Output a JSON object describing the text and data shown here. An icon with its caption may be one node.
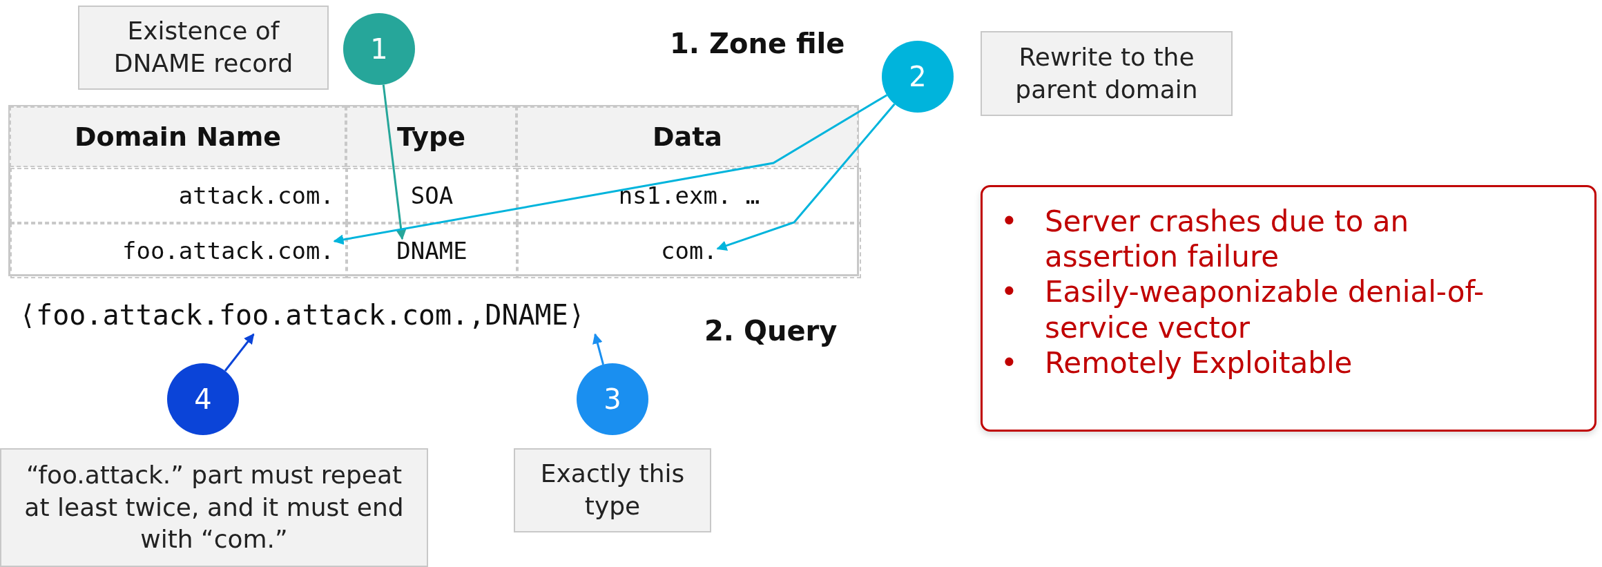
{
  "diagram": {
    "nodes": [
      {
        "text": [
          "Existence of DNAME record"
        ]
      },
      {
        "text": [
          "1"
        ]
      },
      {
        "text": [
          "2"
        ]
      },
      {
        "text": [
          "Rewrite to the parent domain"
        ]
      },
      {
        "text": [],
        "shape": "box"
      },
      {
        "text": [
          "attack.com."
        ],
        "in": 4
      },
      {
        "text": [
          "SOA"
        ],
        "in": 4
      },
      {
        "text": [
          "ns1.exm. …"
        ],
        "in": 4
      },
      {
        "text": [
          "foo.attack.com."
        ],
        "in": 4
      },
      {
        "text": [
          "DNAME"
        ],
        "in": 4
      },
      {
        "text": [
          "com."
        ],
        "in": 4
      },
      {
        "text": [
          "⟨foo.attack.foo.attack.com.,DNAME⟩"
        ]
      },
      {
        "text": [
          "4"
        ]
      },
      {
        "text": [
          "3"
        ]
      },
      {
        "text": [
          "“foo.attack.” part must repeat at least twice, and it must end with “com.”"
        ]
      },
      {
        "text": [
          "Exactly this type"
        ]
      },
      {
        "text": [
          "•\tServer crashes due to an assertion failure",
          "•\tEasily-weaponizable denial-of-service vector",
          "•\tRemotely Exploitable"
        ]
      }
    ],
    "edges": [
      {
        "from": 1,
        "to": 9,
        "arrow": "to",
        "color": "#26a69a"
      },
      {
        "from": 2,
        "to": 8,
        "arrow": "to",
        "color": "#00b4dc"
      },
      {
        "from": 2,
        "to": 10,
        "arrow": "to",
        "color": "#00b4dc"
      },
      {
        "from": 12,
        "to": 11,
        "arrow": "to",
        "color": "#0b44d8"
      },
      {
        "from": 13,
        "to": 11,
        "arrow": "to",
        "color": "#1a8ff0"
      }
    ],
    "labels": [
      "1. Zone file",
      "Domain Name",
      "Type",
      "Data",
      "2. Query"
    ]
  }
}
